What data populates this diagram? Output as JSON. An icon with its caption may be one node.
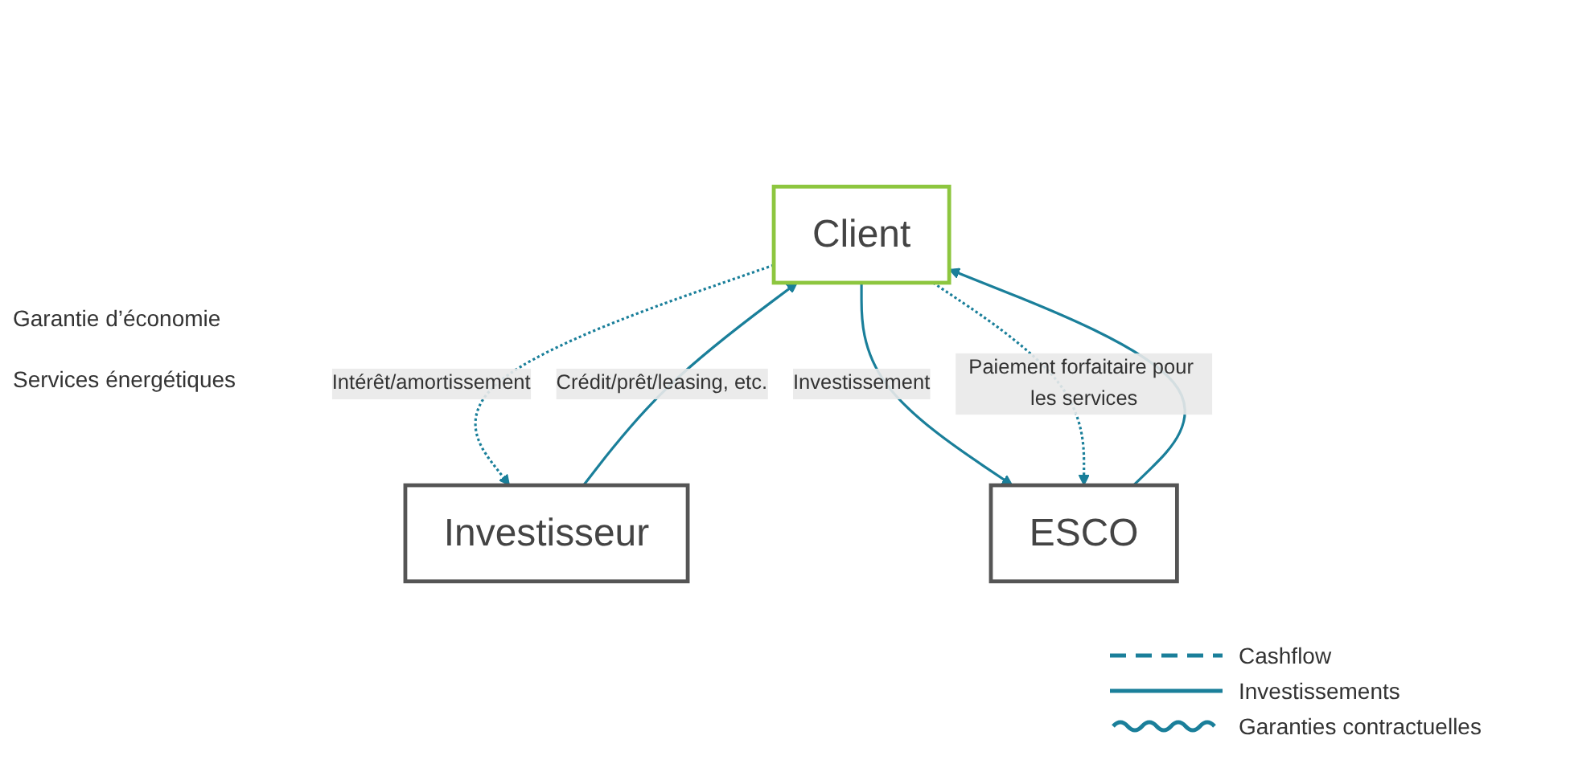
{
  "diagram": {
    "nodes": [
      {
        "text": [
          "Client"
        ]
      },
      {
        "text": [
          "Investisseur"
        ]
      },
      {
        "text": [
          "ESCO"
        ]
      }
    ],
    "edges": [
      {
        "from": 1,
        "to": 0,
        "arrow": "to",
        "label": "Crédit/prêt/leasing, etc."
      },
      {
        "from": 0,
        "to": 1,
        "arrow": "to",
        "label": "Intérêt/amortissement",
        "style": "dashed"
      },
      {
        "from": 2,
        "to": 0,
        "arrow": "to"
      },
      {
        "from": 0,
        "to": 2,
        "arrow": "to",
        "label": "Investissement"
      },
      {
        "from": 0,
        "to": 2,
        "arrow": "to",
        "label": "Paiement forfaitaire pour les services",
        "style": "dashed"
      }
    ],
    "labels": [
      "Garantie d’économie",
      "Services énergétiques"
    ],
    "legend": [
      {
        "text": "Cashflow"
      },
      {
        "text": "Investissements"
      },
      {
        "text": "Garanties contractuelles"
      }
    ]
  }
}
